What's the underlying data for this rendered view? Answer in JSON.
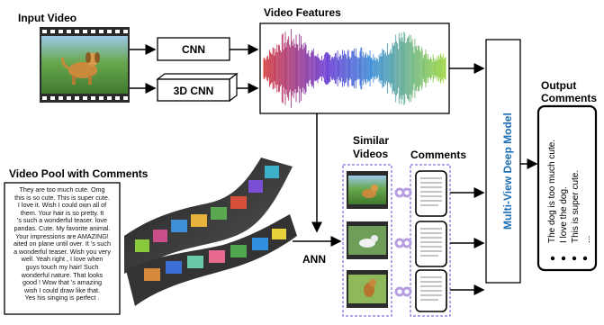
{
  "labels": {
    "input_video": "Input Video",
    "video_features": "Video Features",
    "cnn": "CNN",
    "cnn3d": "3D CNN",
    "multi_view": "Multi-View Deep Model",
    "output_comments_1": "Output",
    "output_comments_2": "Comments",
    "video_pool": "Video Pool with Comments",
    "ann": "ANN",
    "similar_videos_1": "Similar",
    "similar_videos_2": "Videos",
    "comments": "Comments"
  },
  "pool_comments": [
    "They are too much cute.    Omg",
    "this is so cute.    This is super cute.",
    "I love it.    Wish I could own all of",
    "them.    Your hair is so pretty.   It",
    "'s such a wonderful teaser.  love",
    "pandas. Cute. My favorite animal.",
    " Your impressions are AMAZING!",
    "aited on plane until over.  It 's such",
    "a wonderful teaser. Wish you very",
    "well.       Yeah right , I love when",
    "guys touch my hair!   Such",
    "wonderful nature.        That looks",
    "good !         Wow that 's amazing",
    "wish I could draw like that.",
    "  Yes his singing is perfect ."
  ],
  "output_comments": [
    "The dog is too much cute.",
    "I love the dog.",
    "This is super cute.",
    "..."
  ],
  "colors": {
    "arrow": "#000000",
    "dashed_border": "#5a55d6",
    "multi_view_text": "#1f6fb5",
    "waveform_start": "#d63b3b",
    "waveform_mid": "#3b6fd6",
    "waveform_end": "#9bd63b"
  }
}
